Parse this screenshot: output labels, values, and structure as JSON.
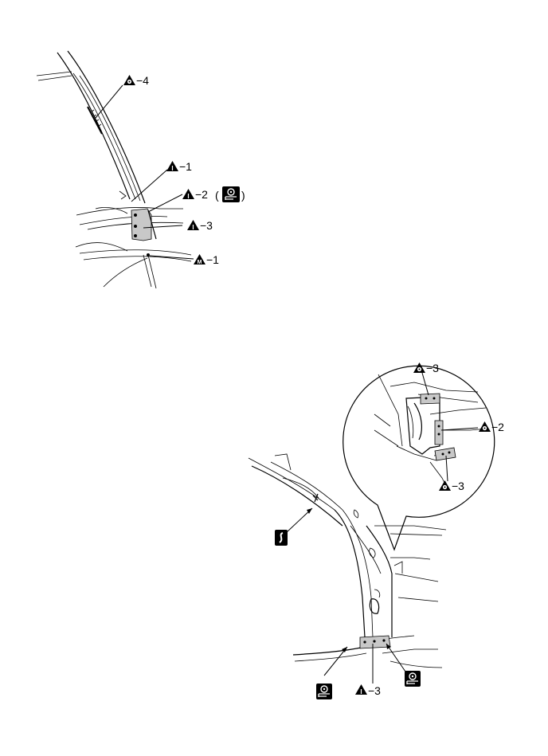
{
  "figure_top": {
    "callouts": [
      {
        "symbol": "triangle-circle",
        "text": "−4"
      },
      {
        "symbol": "triangle-I",
        "text": "−1"
      },
      {
        "symbol": "triangle-I",
        "text": "−2",
        "suffix_open": "(",
        "suffix_close": ")"
      },
      {
        "symbol": "triangle-I",
        "text": "−3"
      },
      {
        "symbol": "triangle-M",
        "text": "−1"
      }
    ]
  },
  "figure_bottom": {
    "callouts": [
      {
        "symbol": "triangle-circle",
        "text": "−3"
      },
      {
        "symbol": "triangle-circle",
        "text": "−2"
      },
      {
        "symbol": "triangle-circle",
        "text": "−3"
      },
      {
        "symbol": "triangle-I",
        "text": "−3"
      }
    ]
  },
  "symbols": {
    "triangle_I_letter": "I",
    "triangle_M_letter": "M"
  }
}
